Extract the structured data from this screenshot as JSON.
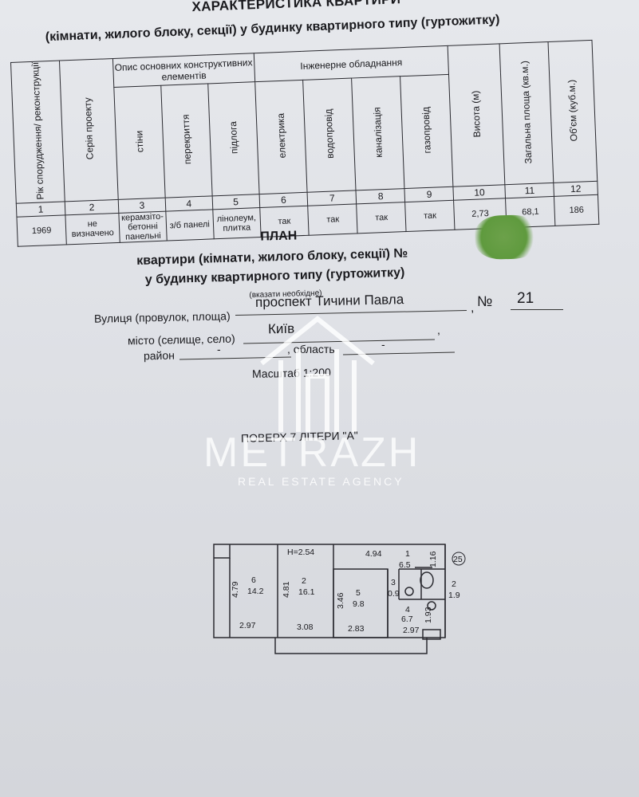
{
  "header": {
    "title": "ХАРАКТЕРИСТИКА КВАРТИРИ",
    "subtitle": "(кімнати, жилого блоку, секції) у будинку квартирного типу (гуртожитку)"
  },
  "table": {
    "col_year": "Рік спорудження/ реконструкції",
    "col_series": "Серія проекту",
    "group_construct": "Опис основних конструктивних елементів",
    "col_walls": "стіни",
    "col_ceiling": "перекриття",
    "col_floor": "підлога",
    "group_engineering": "Інженерне обладнання",
    "col_electric": "електрика",
    "col_water": "водопровід",
    "col_sewer": "каналізація",
    "col_gas": "газопровід",
    "col_height": "Висота (м)",
    "col_area": "Загальна площа (кв.м.)",
    "col_volume": "Об'єм (куб.м.)",
    "numbers": [
      "1",
      "2",
      "3",
      "4",
      "5",
      "6",
      "7",
      "8",
      "9",
      "10",
      "11",
      "12"
    ],
    "values": {
      "year": "1969",
      "series": "не визначено",
      "walls": "керамзіто-бетонні панельні",
      "ceiling": "з/б панелі",
      "floor": "лінолеум, плитка",
      "electric": "так",
      "water": "так",
      "sewer": "так",
      "gas": "так",
      "height": "2,73",
      "area": "68,1",
      "volume": "186"
    }
  },
  "plan": {
    "title": "ПЛАН",
    "line1": "квартири (кімнати, жилого блоку, секції) №",
    "line2": "у будинку квартирного типу (гуртожитку)",
    "hint": "(вказати необхідне)",
    "street_label": "Вулиця (провулок, площа)",
    "street_value": "проспект Тичини Павла",
    "no_label": "№",
    "no_value": "21",
    "city_label": "місто (селище, село)",
    "city_value": "Київ",
    "district_label": "район",
    "district_value": "-",
    "region_label": ", область",
    "region_value": "-",
    "scale": "Масштаб 1:200",
    "floor": "ПОВЕРХ 7 ЛІТЕРИ \"А\""
  },
  "watermark": {
    "brand": "METRAZH",
    "tagline": "REAL ESTATE AGENCY"
  },
  "floorplan": {
    "height_label": "H=2.54",
    "badge": "25",
    "dims": {
      "r6_h": "4.79",
      "r6_w": "2.97",
      "r2a_h": "4.81",
      "r2a_w": "3.08",
      "r5_h": "3.46",
      "r5_w": "2.83",
      "top_len": "4.94",
      "r1_h": "1.16",
      "r4_h": "1.93",
      "r4_w": "2.97"
    },
    "rooms": [
      {
        "num": "6",
        "area": "14.2"
      },
      {
        "num": "2",
        "area": "16.1"
      },
      {
        "num": "5",
        "area": "9.8"
      },
      {
        "num": "1",
        "area": "6.5"
      },
      {
        "num": "3",
        "area": "0.9"
      },
      {
        "num": "2",
        "area": "1.9"
      },
      {
        "num": "4",
        "area": "6.7"
      }
    ]
  }
}
